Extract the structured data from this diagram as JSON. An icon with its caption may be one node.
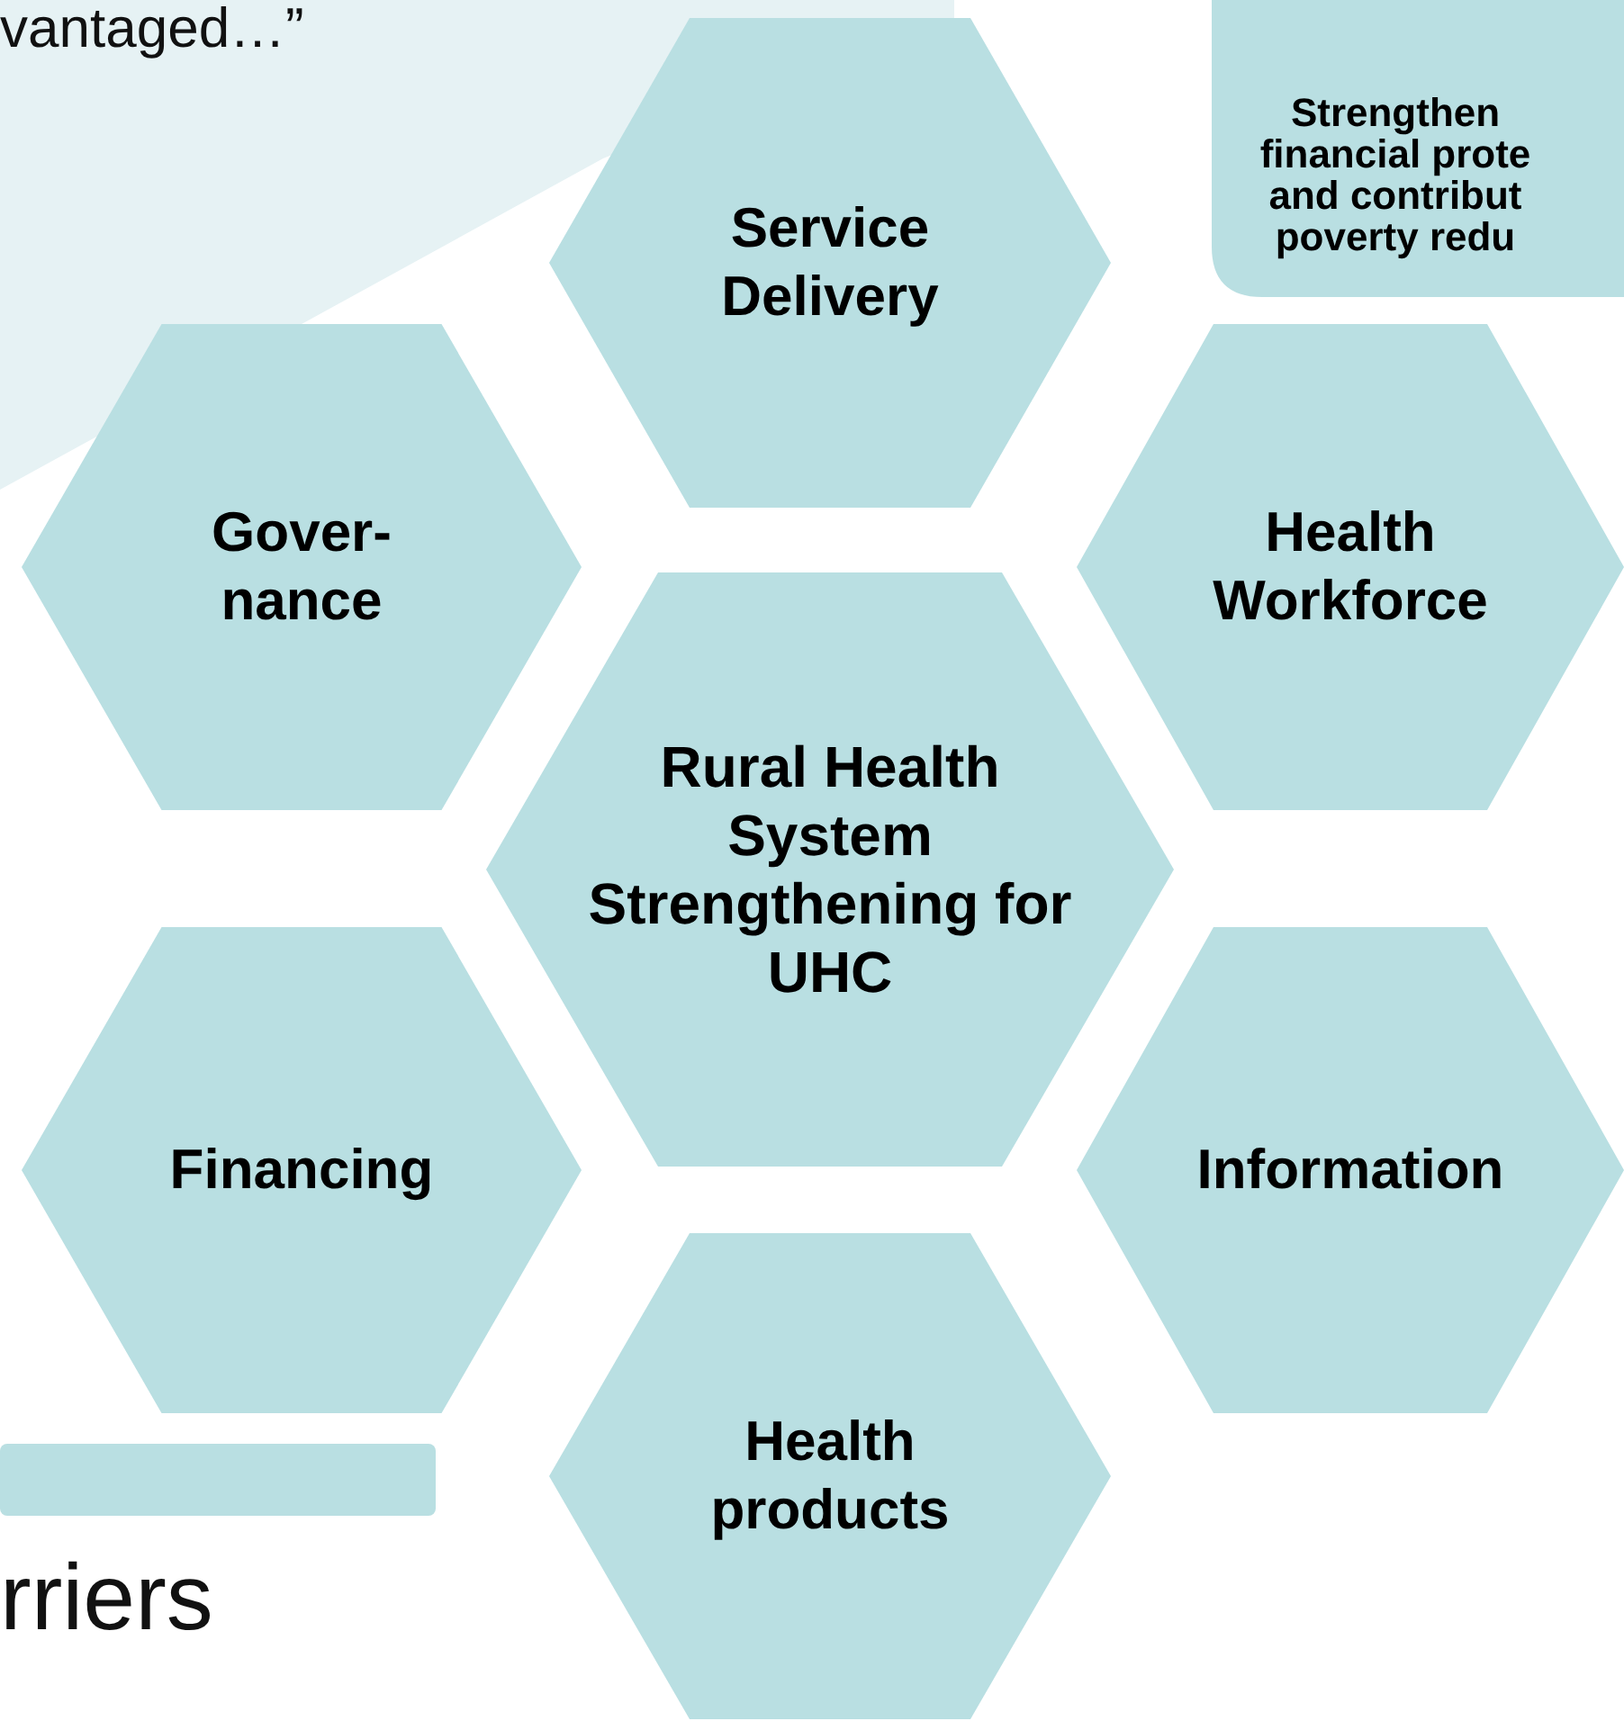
{
  "diagram": {
    "nodes": [
      {
        "text": [
          "Service Delivery"
        ]
      },
      {
        "text": [
          "Strengthen financial prote and contribut poverty redu"
        ]
      },
      {
        "text": [
          "Gover- nance"
        ]
      },
      {
        "text": [
          "Health Workforce"
        ]
      },
      {
        "text": [
          "Rural Health System Strengthening for UHC"
        ]
      },
      {
        "text": [
          "Financing"
        ]
      },
      {
        "text": [
          "Information"
        ]
      },
      {
        "text": [
          "Health products"
        ]
      },
      {
        "text": [],
        "shape": "bar"
      }
    ],
    "edges": [],
    "labels": [
      "vantaged…”",
      "rriers"
    ]
  }
}
